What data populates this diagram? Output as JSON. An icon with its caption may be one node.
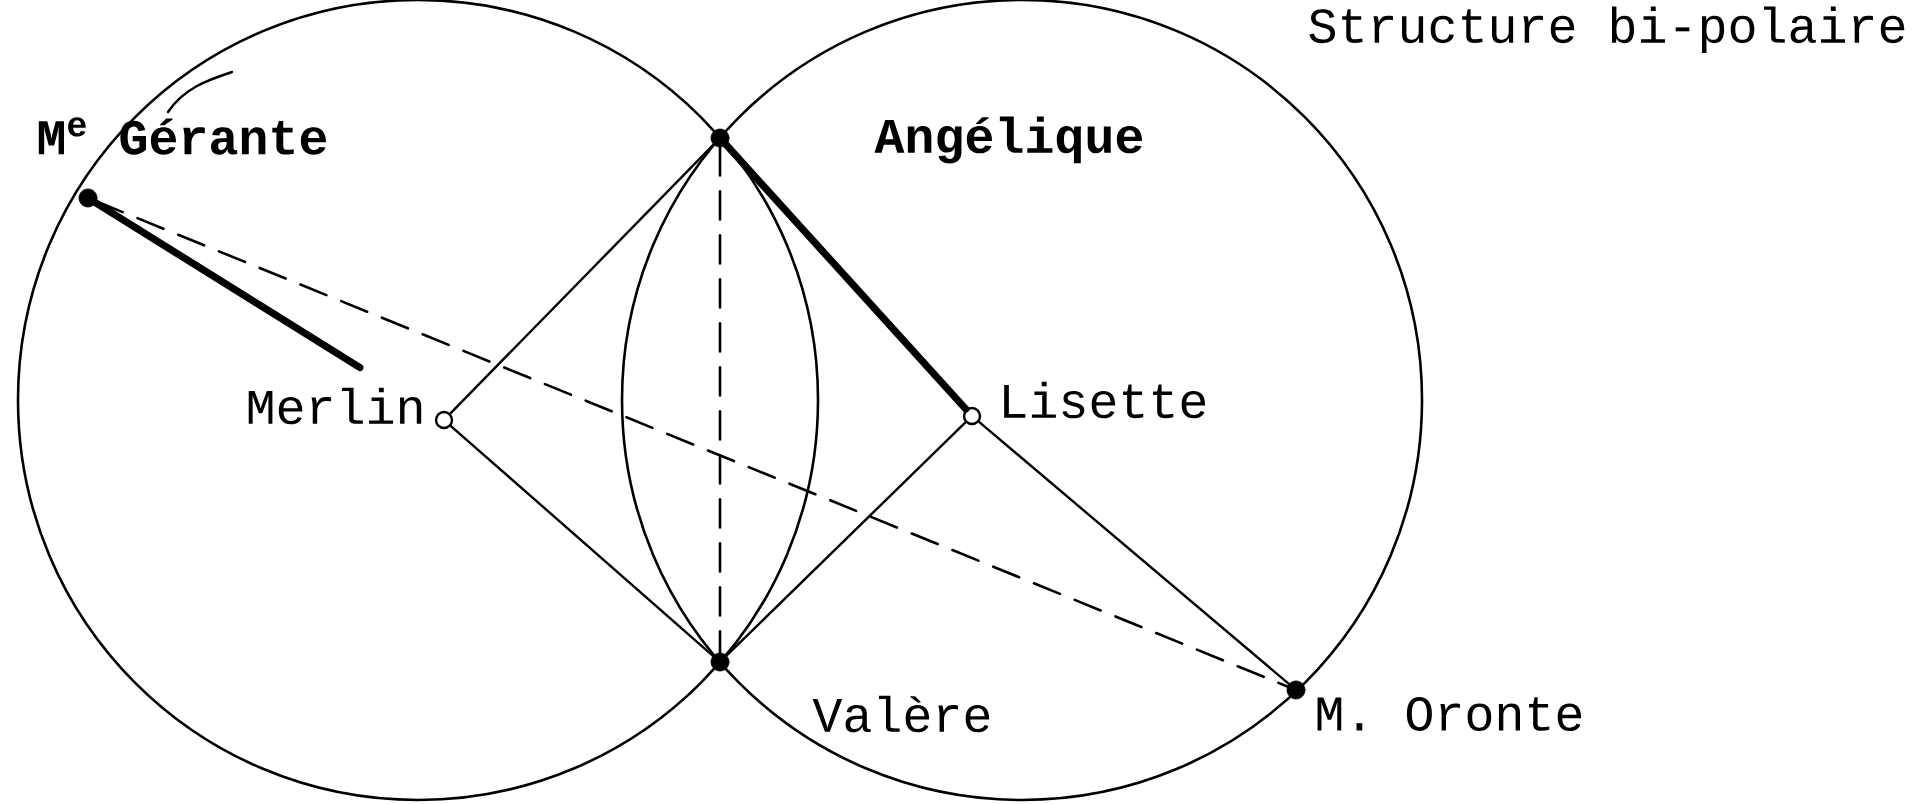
{
  "diagram": {
    "title": "Structure bi-polaire",
    "nodes": [
      {
        "text": [
          "M$^{e}$ Gérante"
        ]
      },
      {
        "text": [
          "Merlin"
        ]
      },
      {
        "text": [
          "Angélique"
        ]
      },
      {
        "text": [
          "Lisette"
        ]
      },
      {
        "text": [
          "Valère"
        ]
      },
      {
        "text": [
          "M. Oronte"
        ]
      }
    ],
    "edges": [
      {
        "from": 0,
        "to": 5,
        "arrow": "none",
        "style": "dashed"
      },
      {
        "from": 0,
        "to": 1,
        "arrow": "none",
        "style": "thick"
      },
      {
        "from": 1,
        "to": 2,
        "arrow": "none"
      },
      {
        "from": 1,
        "to": 4,
        "arrow": "none"
      },
      {
        "from": 2,
        "to": 4,
        "arrow": "none",
        "style": "dashed"
      },
      {
        "from": 2,
        "to": 3,
        "arrow": "none",
        "style": "thick"
      },
      {
        "from": 3,
        "to": 5,
        "arrow": "none"
      },
      {
        "from": 3,
        "to": 4,
        "arrow": "none"
      }
    ]
  }
}
